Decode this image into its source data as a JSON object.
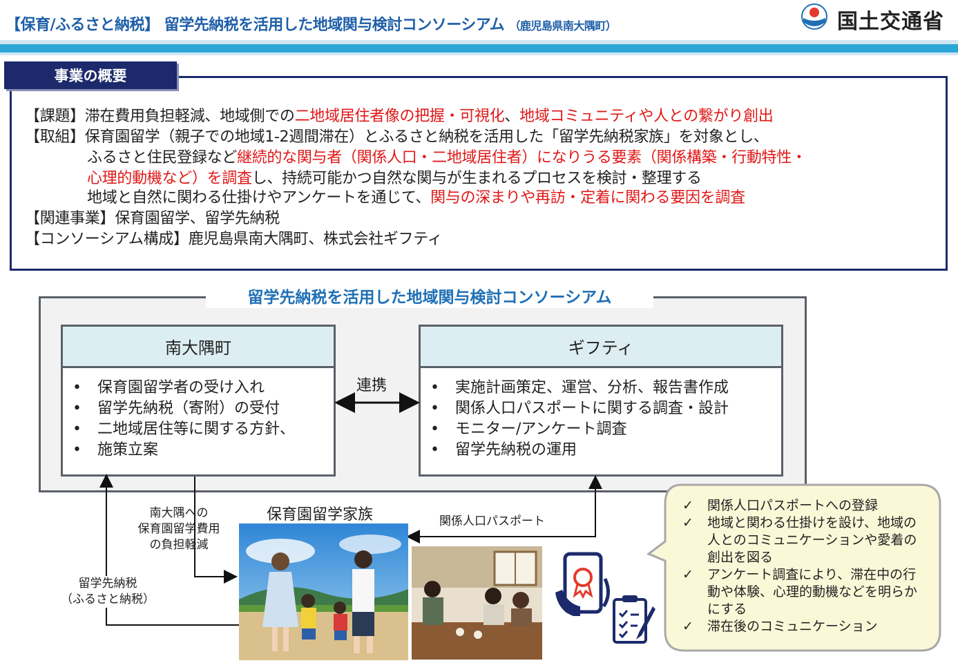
{
  "header": {
    "title_main": "【保育/ふるさと納税】 留学先納税を活用した地域関与検討コンソーシアム",
    "title_sub": "（鹿児島県南大隅町）",
    "ministry": "国土交通省"
  },
  "overview": {
    "tab": "事業の概要",
    "l1_a": "【課題】滞在費用負担軽減、地域側での",
    "l1_b": "二地域居住者像の把握・可視化",
    "l1_c": "、",
    "l1_d": "地域コミュニティや人との繋がり創出",
    "l2": "【取組】保育園留学（親子での地域1-2週間滞在）とふるさと納税を活用した「留学先納税家族」を対象とし、",
    "l3_a": "ふるさと住民登録など",
    "l3_b": "継続的な関与者（関係人口・二地域居住者）になりうる要素（関係構築・行動特性・",
    "l4_a": "心理的動機など）を調査",
    "l4_b": "し、持続可能かつ自然な関与が生まれるプロセスを検討・整理する",
    "l5_a": "地域と自然に関わる仕掛けやアンケートを通じて、",
    "l5_b": "関与の深まりや再訪・定着に関わる要因を調査",
    "l6": "【関連事業】保育園留学、留学先納税",
    "l7": "【コンソーシアム構成】鹿児島県南大隅町、株式会社ギフティ"
  },
  "consortium": {
    "title": "留学先納税を活用した地域関与検討コンソーシアム",
    "left": {
      "name": "南大隅町",
      "items": [
        "保育園留学者の受け入れ",
        "留学先納税（寄附）の受付",
        "二地域居住等に関する方針、",
        "施策立案"
      ]
    },
    "link_label": "連携",
    "right": {
      "name": "ギフティ",
      "items": [
        "実施計画策定、運営、分析、報告書作成",
        "関係人口パスポートに関する調査・設計",
        "モニター/アンケート調査",
        "留学先納税の運用"
      ]
    }
  },
  "flow": {
    "cost_l1": "南大隅への",
    "cost_l2": "保育園留学費用",
    "cost_l3": "の負担軽減",
    "tax_l1": "留学先納税",
    "tax_l2": "（ふるさと納税）",
    "family": "保育園留学家族",
    "passport": "関係人口パスポート"
  },
  "bubble": {
    "items": [
      "関係人口パスポートへの登録",
      "地域と関わる仕掛けを設け、地域の人とのコミュニケーションや愛着の創出を図る",
      "アンケート調査により、滞在中の行動や体験、心理的動機などを明らかにする",
      "滞在後のコミュニケーション"
    ]
  },
  "colors": {
    "accent_blue": "#1f5fa8",
    "navy": "#1c2a6b",
    "highlight_red": "#e01818",
    "bar_cyan": "#2aa7d6"
  }
}
